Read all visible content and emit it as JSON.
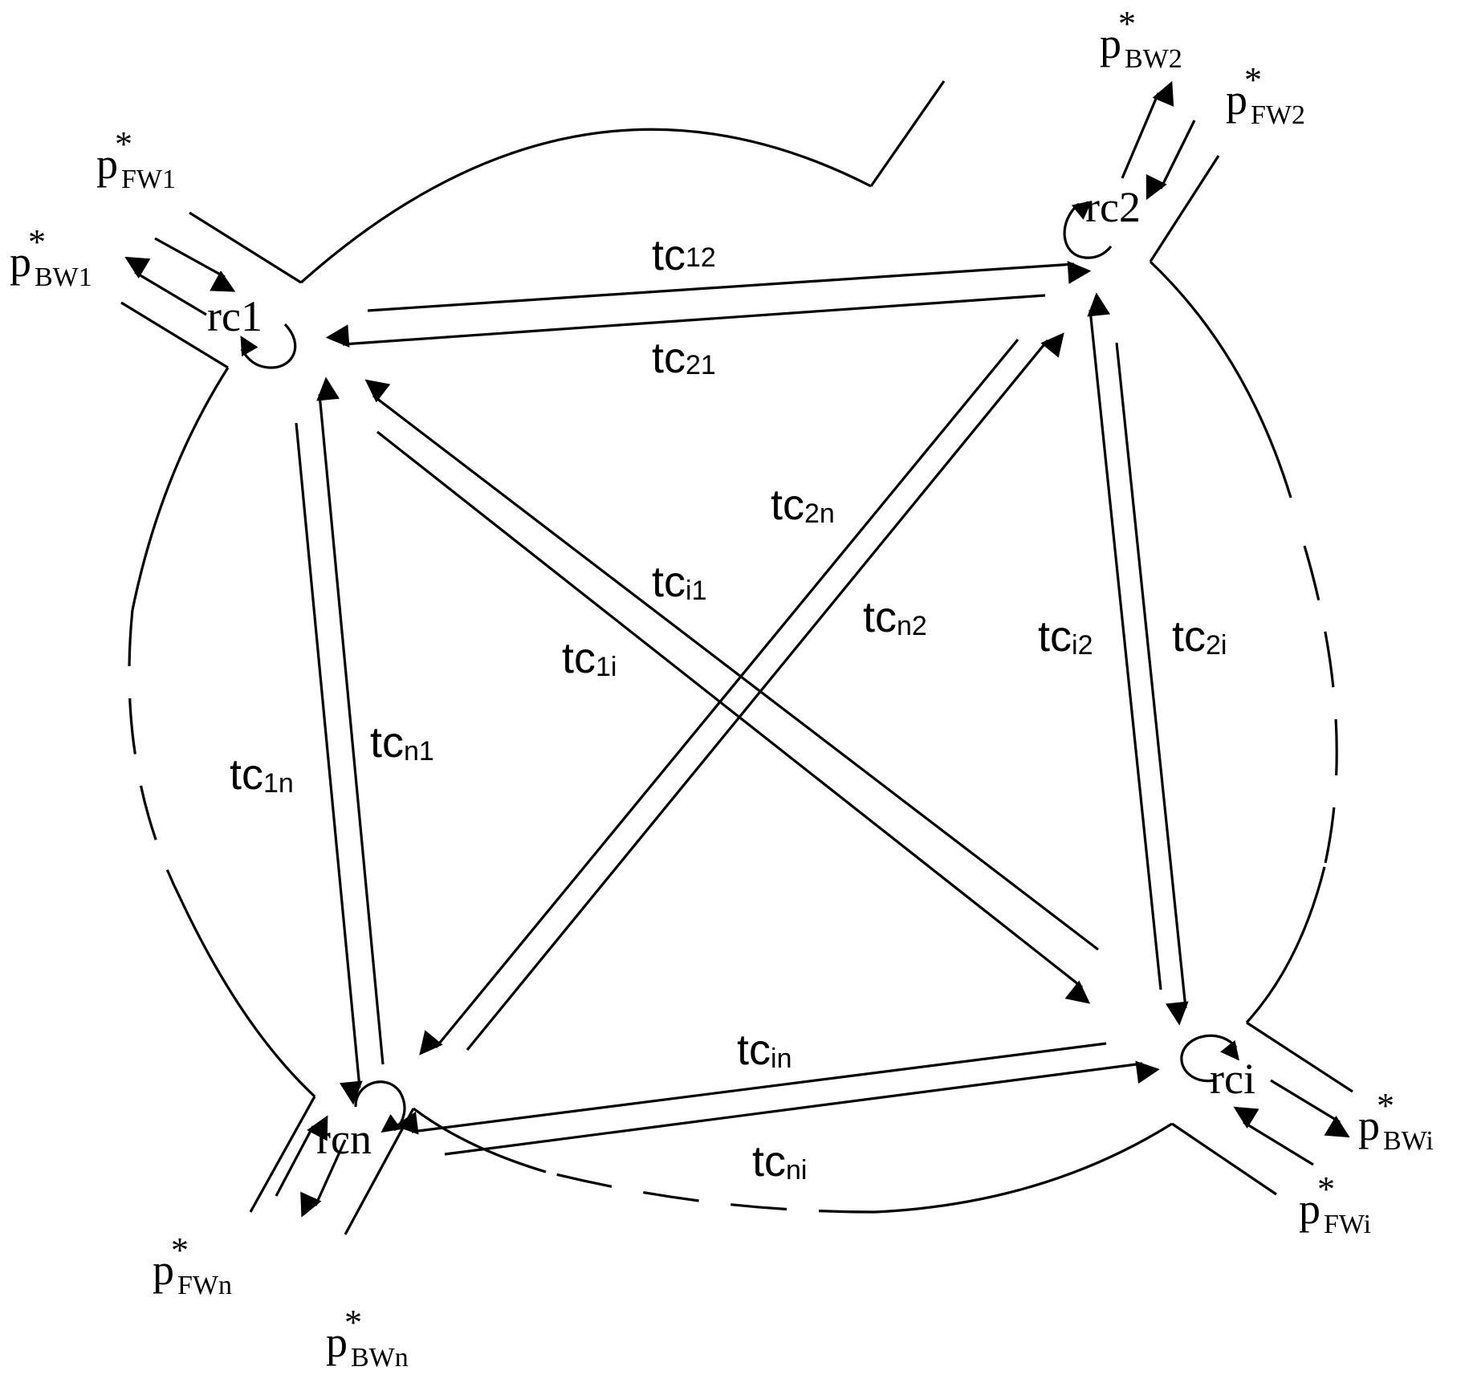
{
  "nodes": [
    {
      "id": "1",
      "rc_base": "rc",
      "rc_sub": "1",
      "fw_base": "p",
      "fw_star": "*",
      "fw_sub": "FW",
      "fw_idx": "1",
      "bw_base": "p",
      "bw_star": "*",
      "bw_sub": "BW",
      "bw_idx": "1"
    },
    {
      "id": "2",
      "rc_base": "rc",
      "rc_sub": "2",
      "fw_base": "p",
      "fw_star": "*",
      "fw_sub": "FW",
      "fw_idx": "2",
      "bw_base": "p",
      "bw_star": "*",
      "bw_sub": "BW",
      "bw_idx": "2"
    },
    {
      "id": "i",
      "rc_base": "rc",
      "rc_sub": "i",
      "fw_base": "p",
      "fw_star": "*",
      "fw_sub": "FW",
      "fw_idx": "i",
      "bw_base": "p",
      "bw_star": "*",
      "bw_sub": "BW",
      "bw_idx": "i"
    },
    {
      "id": "n",
      "rc_base": "rc",
      "rc_sub": "n",
      "fw_base": "p",
      "fw_star": "*",
      "fw_sub": "FW",
      "fw_idx": "n",
      "bw_base": "p",
      "bw_star": "*",
      "bw_sub": "BW",
      "bw_idx": "n"
    }
  ],
  "edges": [
    {
      "base": "tc",
      "sub": "12"
    },
    {
      "base": "tc",
      "sub": "21"
    },
    {
      "base": "tc",
      "sub": "2n"
    },
    {
      "base": "tc",
      "sub": "i1"
    },
    {
      "base": "tc",
      "sub": "n2"
    },
    {
      "base": "tc",
      "sub": "1i"
    },
    {
      "base": "tc",
      "sub": "i2"
    },
    {
      "base": "tc",
      "sub": "2i"
    },
    {
      "base": "tc",
      "sub": "n1"
    },
    {
      "base": "tc",
      "sub": "1n"
    },
    {
      "base": "tc",
      "sub": "in"
    },
    {
      "base": "tc",
      "sub": "ni"
    }
  ]
}
